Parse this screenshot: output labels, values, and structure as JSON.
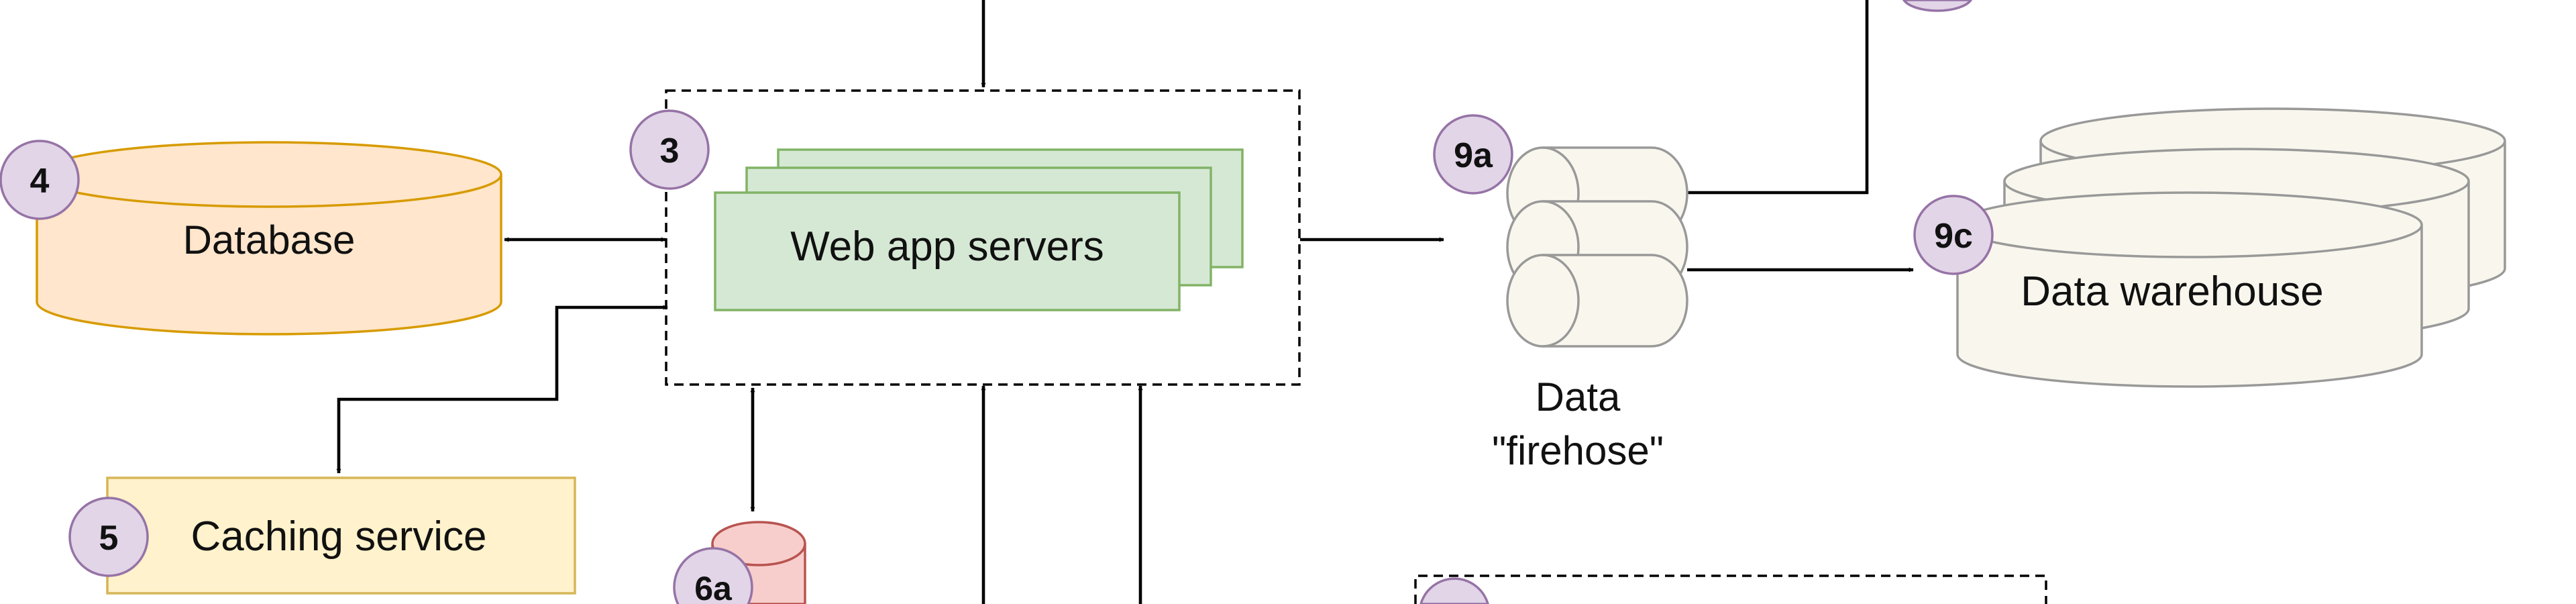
{
  "nodes": {
    "database": {
      "label": "Database",
      "badge": "4"
    },
    "web_app_servers": {
      "label": "Web app servers",
      "badge": "3"
    },
    "caching_service": {
      "label": "Caching service",
      "badge": "5"
    },
    "data_firehose": {
      "label_line1": "Data",
      "label_line2": "\"firehose\"",
      "badge": "9a"
    },
    "data_warehouse": {
      "label": "Data warehouse",
      "badge": "9c"
    },
    "partial_node": {
      "badge": "6a"
    }
  },
  "colors": {
    "database_fill": "#ffe6cc",
    "database_stroke": "#d79b00",
    "server_fill": "#d5e8d4",
    "server_stroke": "#82b366",
    "cache_fill": "#fff2cc",
    "cache_stroke": "#d6b656",
    "storage_fill": "#f9f7ed",
    "storage_stroke": "#999999",
    "red_fill": "#f8cecc",
    "red_stroke": "#b85450",
    "badge_fill": "#e1d5e7",
    "badge_stroke": "#9673a6"
  }
}
